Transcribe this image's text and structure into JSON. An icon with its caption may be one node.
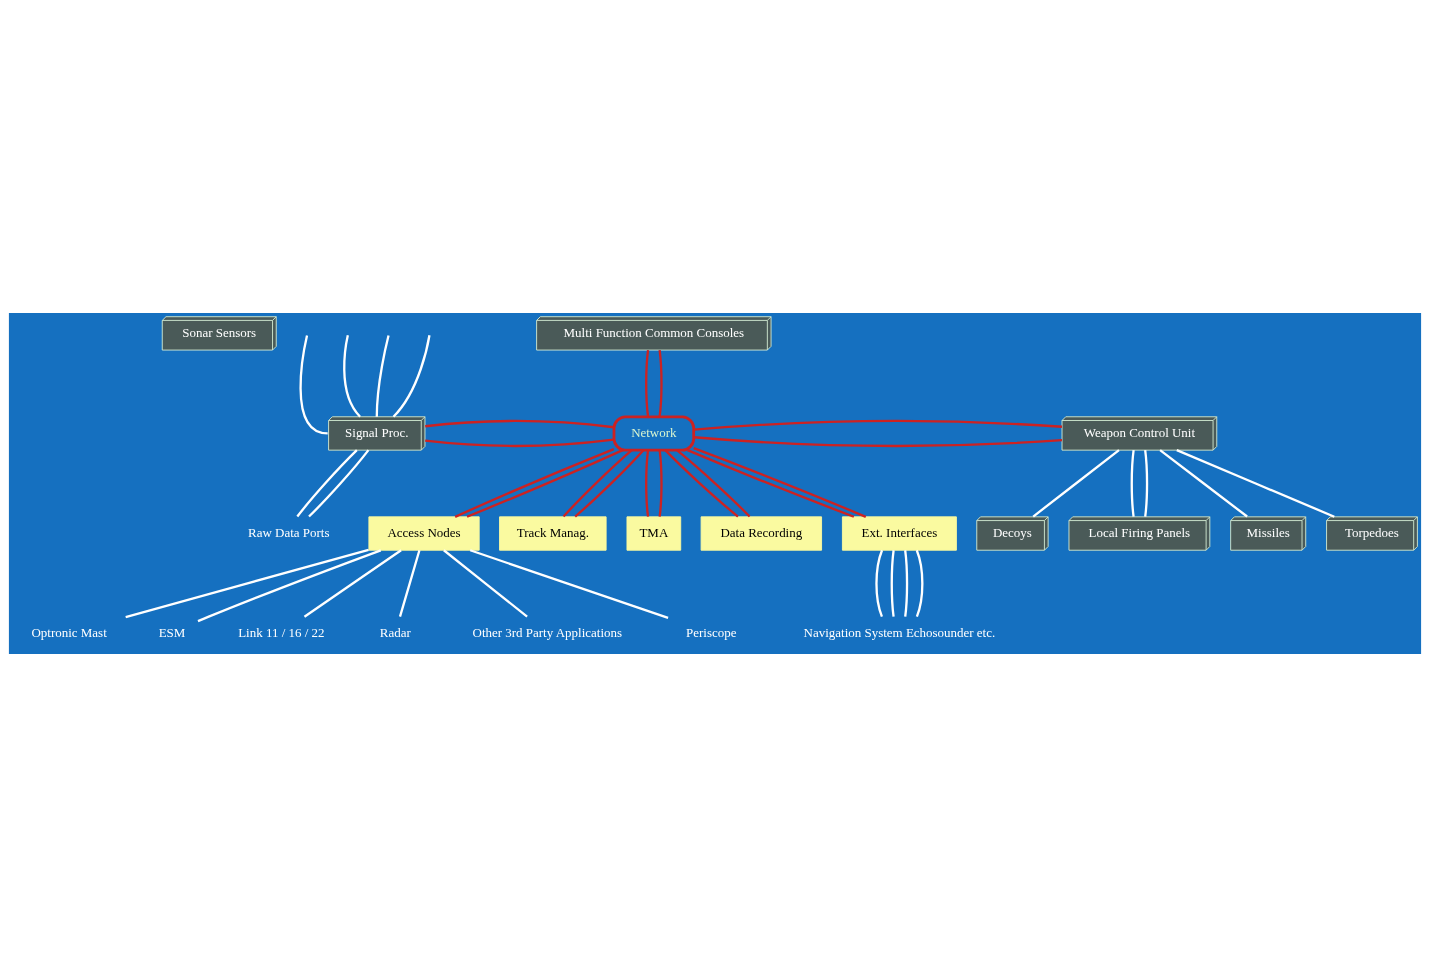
{
  "diagram": {
    "nodes": [
      {
        "text": [
          "Sonar Sensors"
        ]
      },
      {
        "text": [
          "Multi Function Common Consoles"
        ]
      },
      {
        "text": [
          "Signal Proc."
        ]
      },
      {
        "text": [
          "Network"
        ]
      },
      {
        "text": [
          "Weapon Control Unit"
        ]
      },
      {
        "text": [
          "Missiles"
        ]
      },
      {
        "text": [
          "Torpedoes"
        ]
      },
      {
        "text": [
          "Decoys"
        ]
      },
      {
        "text": [
          "Raw Data Ports"
        ]
      },
      {
        "text": [
          "Access Nodes"
        ]
      },
      {
        "text": [
          "Track Manag."
        ]
      },
      {
        "text": [
          "TMA"
        ]
      },
      {
        "text": [
          "Data Recording"
        ]
      },
      {
        "text": [
          "Ext. Interfaces"
        ]
      },
      {
        "text": [
          "Local Firing Panels"
        ]
      },
      {
        "text": [
          "Periscope"
        ]
      },
      {
        "text": [
          "Optronic Mast"
        ]
      },
      {
        "text": [
          "ESM"
        ]
      },
      {
        "text": [
          "Link 11 / 16 / 22"
        ]
      },
      {
        "text": [
          "Radar"
        ]
      },
      {
        "text": [
          "Other 3rd Party Applications"
        ]
      },
      {
        "text": [
          "Navigation System Echosounder etc."
        ]
      }
    ],
    "edges": [
      {
        "from": 1,
        "to": 3,
        "arrow": "none",
        "color": "#cc2222"
      },
      {
        "from": 1,
        "to": 3,
        "arrow": "none",
        "color": "#cc2222"
      },
      {
        "from": null,
        "to": 2,
        "arrow": "none"
      },
      {
        "from": null,
        "to": 2,
        "arrow": "none"
      },
      {
        "from": null,
        "to": 2,
        "arrow": "none"
      },
      {
        "from": null,
        "to": 2,
        "arrow": "none"
      },
      {
        "from": 2,
        "to": 3,
        "arrow": "none",
        "color": "#cc2222"
      },
      {
        "from": 2,
        "to": 3,
        "arrow": "none",
        "color": "#cc2222"
      },
      {
        "from": 3,
        "to": 4,
        "arrow": "none",
        "color": "#cc2222"
      },
      {
        "from": 3,
        "to": 4,
        "arrow": "none",
        "color": "#cc2222"
      },
      {
        "from": 4,
        "to": 5,
        "arrow": "none"
      },
      {
        "from": 4,
        "to": 6,
        "arrow": "none"
      },
      {
        "from": 4,
        "to": 7,
        "arrow": "none"
      },
      {
        "from": 2,
        "to": 8,
        "arrow": "none"
      },
      {
        "from": 2,
        "to": 8,
        "arrow": "none"
      },
      {
        "from": 3,
        "to": 9,
        "arrow": "none",
        "color": "#cc2222"
      },
      {
        "from": 3,
        "to": 9,
        "arrow": "none",
        "color": "#cc2222"
      },
      {
        "from": 3,
        "to": 10,
        "arrow": "none",
        "color": "#cc2222"
      },
      {
        "from": 3,
        "to": 10,
        "arrow": "none",
        "color": "#cc2222"
      },
      {
        "from": 3,
        "to": 11,
        "arrow": "none",
        "color": "#cc2222"
      },
      {
        "from": 3,
        "to": 11,
        "arrow": "none",
        "color": "#cc2222"
      },
      {
        "from": 3,
        "to": 12,
        "arrow": "none",
        "color": "#cc2222"
      },
      {
        "from": 3,
        "to": 12,
        "arrow": "none",
        "color": "#cc2222"
      },
      {
        "from": 3,
        "to": 13,
        "arrow": "none",
        "color": "#cc2222"
      },
      {
        "from": 3,
        "to": 13,
        "arrow": "none",
        "color": "#cc2222"
      },
      {
        "from": 4,
        "to": 14,
        "arrow": "none"
      },
      {
        "from": 4,
        "to": 14,
        "arrow": "none"
      },
      {
        "from": 9,
        "to": 15,
        "arrow": "none"
      },
      {
        "from": 9,
        "to": 16,
        "arrow": "none"
      },
      {
        "from": 9,
        "to": 17,
        "arrow": "none"
      },
      {
        "from": 9,
        "to": 18,
        "arrow": "none"
      },
      {
        "from": 9,
        "to": 19,
        "arrow": "none"
      },
      {
        "from": 9,
        "to": 20,
        "arrow": "none"
      },
      {
        "from": 13,
        "to": 21,
        "arrow": "none"
      },
      {
        "from": 13,
        "to": 21,
        "arrow": "none"
      },
      {
        "from": 13,
        "to": 21,
        "arrow": "none"
      },
      {
        "from": 13,
        "to": 21,
        "arrow": "none"
      }
    ]
  }
}
